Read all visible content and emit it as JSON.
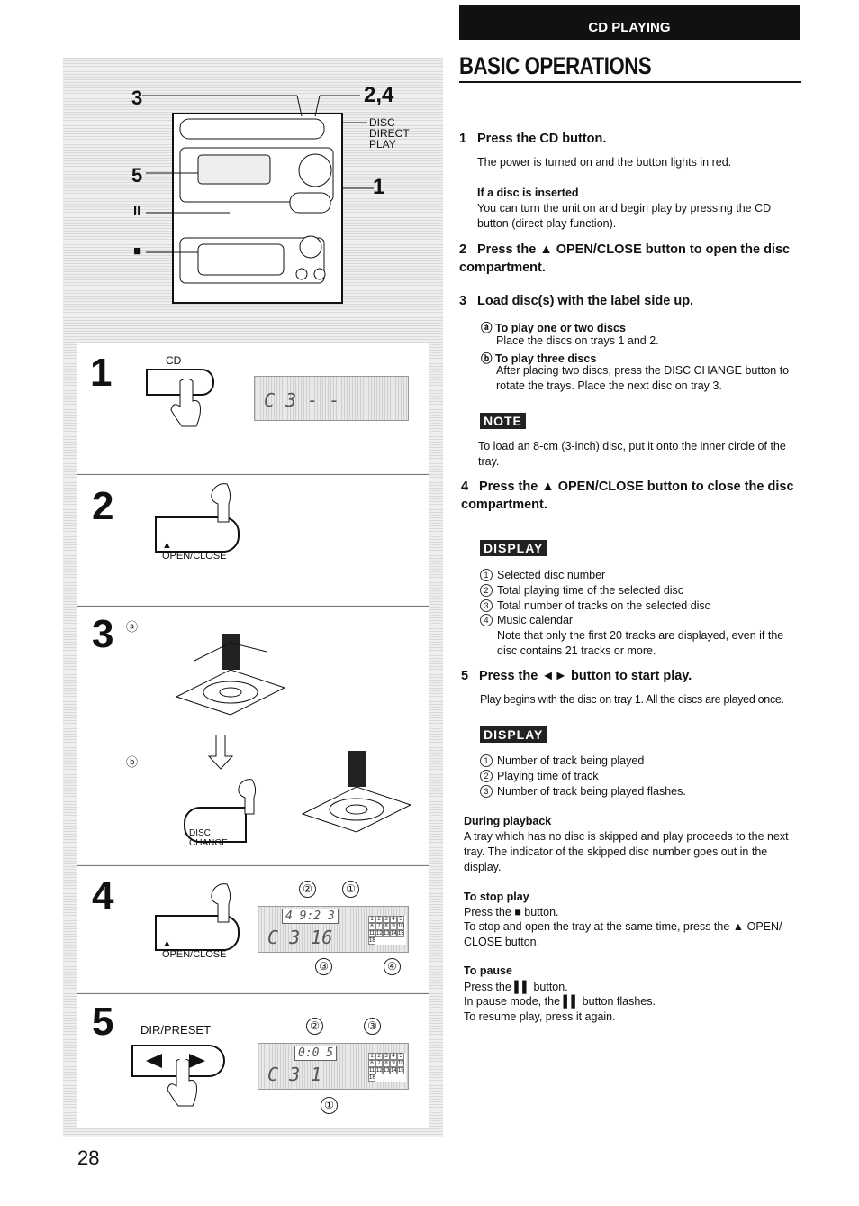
{
  "header": {
    "section": "CD PLAYING",
    "title": "BASIC OPERATIONS"
  },
  "illustration": {
    "top_labels": {
      "l3": "3",
      "l24": "2,4",
      "l5": "5",
      "l1": "1",
      "pause": "II",
      "stop": "■",
      "disc_direct_play": "DISC\nDIRECT\nPLAY"
    },
    "steps": [
      {
        "num": "1",
        "button_label": "CD",
        "lcd": "C 3 - -"
      },
      {
        "num": "2",
        "button_label": "▲ OPEN/CLOSE"
      },
      {
        "num": "3",
        "label_a": "ⓐ",
        "label_b": "ⓑ",
        "button_label": "DISC CHANGE"
      },
      {
        "num": "4",
        "button_label": "▲ OPEN/CLOSE",
        "lcd_top": "4 9:2 3",
        "lcd_main": "C 3 16",
        "callouts": [
          "②",
          "①",
          "③",
          "④"
        ],
        "calendar": [
          "1",
          "2",
          "3",
          "4",
          "5",
          "6",
          "7",
          "8",
          "9",
          "10",
          "11",
          "12",
          "13",
          "14",
          "15",
          "16"
        ]
      },
      {
        "num": "5",
        "button_label": "DIR/PRESET",
        "lcd_top": "0:0 5",
        "lcd_main": "C 3 1",
        "callouts": [
          "②",
          "③",
          "①"
        ],
        "calendar": [
          "1",
          "2",
          "3",
          "4",
          "5",
          "6",
          "7",
          "8",
          "9",
          "10",
          "11",
          "12",
          "13",
          "14",
          "15",
          "16"
        ]
      }
    ]
  },
  "content": {
    "s1": {
      "n": "1",
      "title": "Press the CD button.",
      "body": "The power is turned on and the button lights in red.",
      "sub_title": "If a disc is inserted",
      "sub_body": "You can turn the unit on and begin play by pressing the CD button (direct play function)."
    },
    "s2": {
      "n": "2",
      "title": "Press the ▲ OPEN/CLOSE button to open the disc compartment."
    },
    "s3": {
      "n": "3",
      "title": "Load disc(s) with the label side up.",
      "a_title": "ⓐ To play one or two discs",
      "a_body": "Place the discs on trays 1 and 2.",
      "b_title": "ⓑ To play three discs",
      "b_body": "After placing two discs, press the DISC CHANGE button to rotate the trays. Place the next disc on tray 3."
    },
    "note": {
      "tag": "NOTE",
      "body": "To load an 8-cm (3-inch) disc, put it onto the inner circle of the tray."
    },
    "s4": {
      "n": "4",
      "title": "Press the ▲ OPEN/CLOSE button to close the disc compartment."
    },
    "display1": {
      "tag": "DISPLAY",
      "items": [
        {
          "c": "1",
          "t": "Selected disc number"
        },
        {
          "c": "2",
          "t": "Total playing time of the selected disc"
        },
        {
          "c": "3",
          "t": "Total number of tracks on the selected disc"
        },
        {
          "c": "4",
          "t": "Music calendar"
        }
      ],
      "note": "Note that only the first 20 tracks are displayed, even if the disc contains 21 tracks or more."
    },
    "s5": {
      "n": "5",
      "title": "Press the ◄► button to start play.",
      "body": "Play begins with the disc on tray 1. All the discs are played once."
    },
    "display2": {
      "tag": "DISPLAY",
      "items": [
        {
          "c": "1",
          "t": "Number of track being played"
        },
        {
          "c": "2",
          "t": "Playing time of track"
        },
        {
          "c": "3",
          "t": "Number of track being played flashes."
        }
      ]
    },
    "during": {
      "title": "During playback",
      "body": "A tray which has no disc is skipped and play proceeds to the next tray. The indicator of the skipped disc number goes out in the display."
    },
    "stop": {
      "title": "To stop play",
      "l1": "Press the ■ button.",
      "l2": "To stop and open the tray at the same time, press the ▲ OPEN/ CLOSE button."
    },
    "pause": {
      "title": "To pause",
      "l1": "Press the ▌▌ button.",
      "l2": "In pause mode, the ▌▌ button flashes.",
      "l3": "To resume play, press it again."
    }
  },
  "page_number": "28"
}
